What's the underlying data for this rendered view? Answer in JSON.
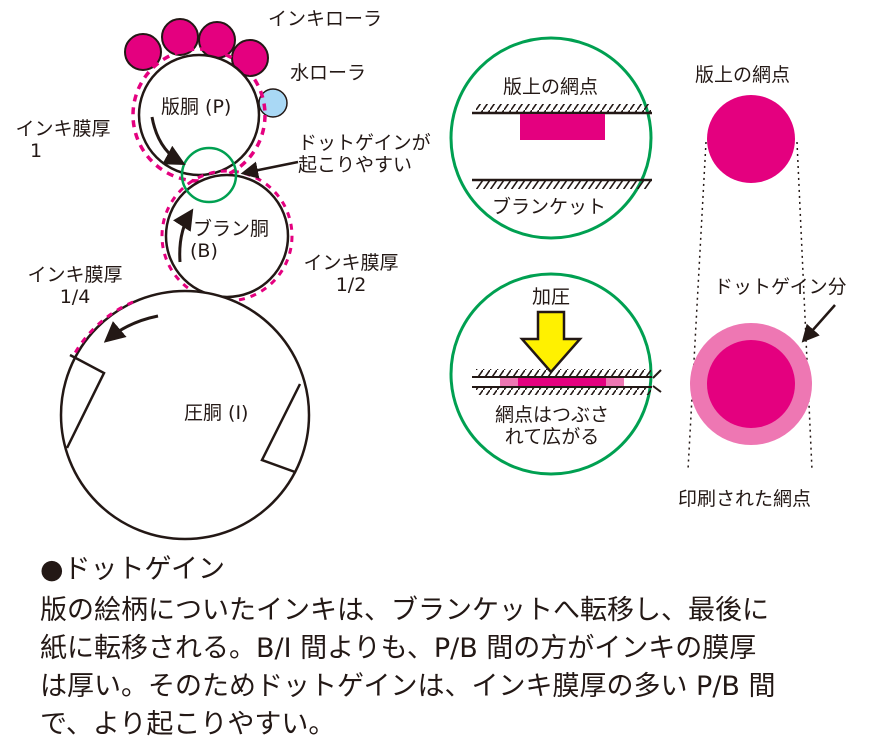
{
  "labels": {
    "ink_roller": "インキローラ",
    "water_roller": "水ローラ",
    "plate_cylinder": "版胴 (P)",
    "ink_film_1": "インキ膜厚",
    "ink_film_1_ratio": "1",
    "dot_gain_easy": [
      "ドットゲインが",
      "起こりやすい"
    ],
    "blanket_cylinder": [
      "ブラン胴",
      "(B)"
    ],
    "ink_film_half": "インキ膜厚",
    "ink_film_half_ratio": "1/2",
    "ink_film_quarter": "インキ膜厚",
    "ink_film_quarter_ratio": "1/4",
    "impression_cylinder": "圧胴 (I)",
    "top_circle_dot": "版上の網点",
    "top_circle_blanket": "ブランケット",
    "pressure": "加圧",
    "spread": [
      "網点はつぶさ",
      "れて広がる"
    ],
    "dot_on_plate": "版上の網点",
    "dot_gain_amount": "ドットゲイン分",
    "printed_dot": "印刷された網点"
  },
  "caption": {
    "heading": "●ドットゲイン",
    "lines": [
      "版の絵柄についたインキは、ブランケットへ転移し、最後に",
      "紙に転移される。B/I 間よりも、P/B 間の方がインキの膜厚",
      "は厚い。そのためドットゲインは、インキ膜厚の多い P/B 間",
      "で、より起こりやすい。"
    ]
  },
  "colors": {
    "ink": "#e4007f",
    "ink_light": "#ee77b3",
    "water": "#a9d8f5",
    "highlight": "#00a051",
    "arrow_yellow": "#fff100",
    "line": "#231815"
  }
}
